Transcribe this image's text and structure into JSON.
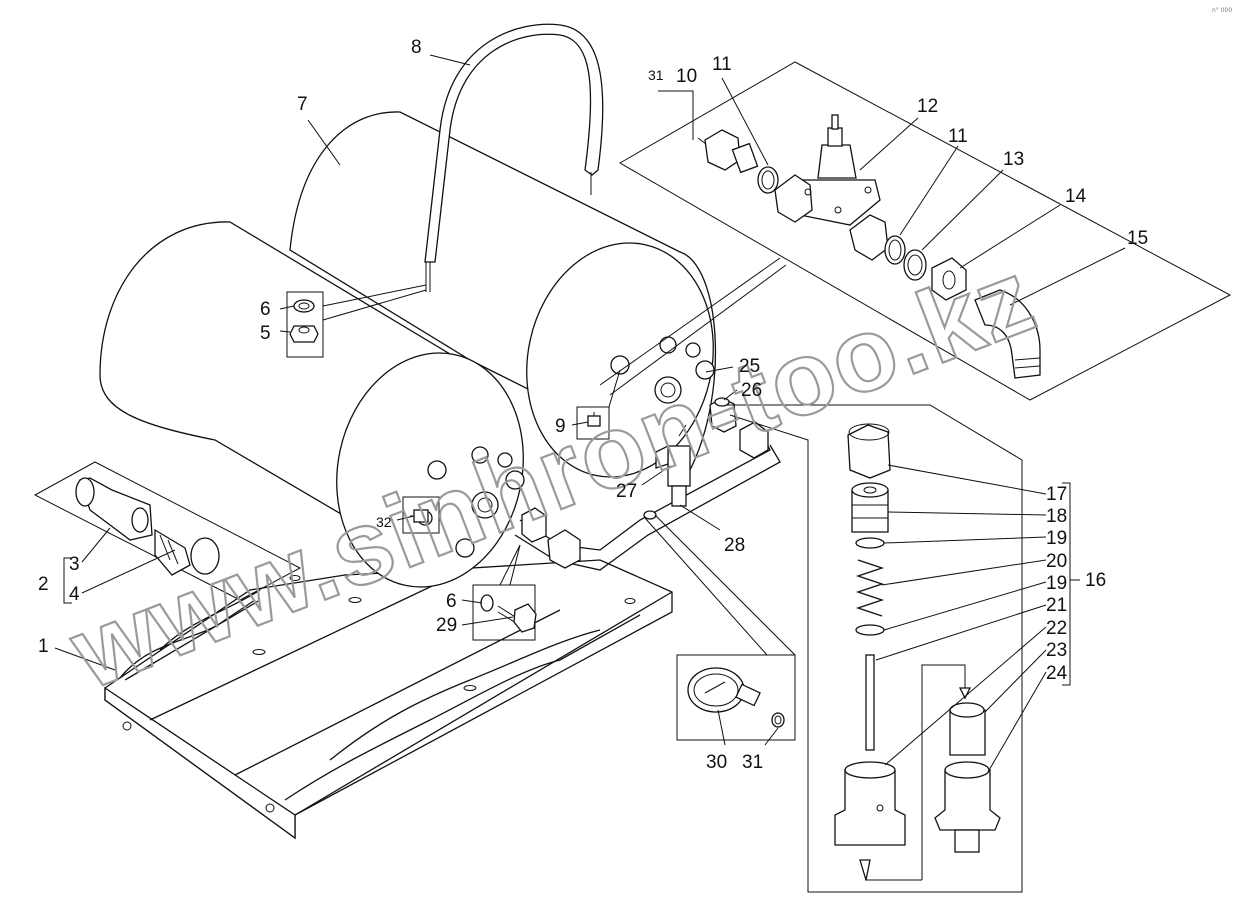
{
  "watermark": "www.sinhron-too.kz",
  "corner_mark": "n° 000",
  "callouts": [
    {
      "id": "1",
      "text": "1"
    },
    {
      "id": "2",
      "text": "2"
    },
    {
      "id": "3",
      "text": "3"
    },
    {
      "id": "4",
      "text": "4"
    },
    {
      "id": "5",
      "text": "5"
    },
    {
      "id": "6a",
      "text": "6"
    },
    {
      "id": "6b",
      "text": "6"
    },
    {
      "id": "7",
      "text": "7"
    },
    {
      "id": "8",
      "text": "8"
    },
    {
      "id": "9",
      "text": "9"
    },
    {
      "id": "10",
      "text": "10"
    },
    {
      "id": "11a",
      "text": "11"
    },
    {
      "id": "11b",
      "text": "11"
    },
    {
      "id": "12",
      "text": "12"
    },
    {
      "id": "13",
      "text": "13"
    },
    {
      "id": "14",
      "text": "14"
    },
    {
      "id": "15",
      "text": "15"
    },
    {
      "id": "16",
      "text": "16"
    },
    {
      "id": "17",
      "text": "17"
    },
    {
      "id": "18",
      "text": "18"
    },
    {
      "id": "19a",
      "text": "19"
    },
    {
      "id": "19b",
      "text": "19"
    },
    {
      "id": "20",
      "text": "20"
    },
    {
      "id": "21",
      "text": "21"
    },
    {
      "id": "22",
      "text": "22"
    },
    {
      "id": "23",
      "text": "23"
    },
    {
      "id": "24",
      "text": "24"
    },
    {
      "id": "25",
      "text": "25"
    },
    {
      "id": "26",
      "text": "26"
    },
    {
      "id": "27",
      "text": "27"
    },
    {
      "id": "28",
      "text": "28"
    },
    {
      "id": "29",
      "text": "29"
    },
    {
      "id": "30",
      "text": "30"
    },
    {
      "id": "31a",
      "text": "31"
    },
    {
      "id": "31b",
      "text": "31"
    },
    {
      "id": "32",
      "text": "32"
    }
  ]
}
